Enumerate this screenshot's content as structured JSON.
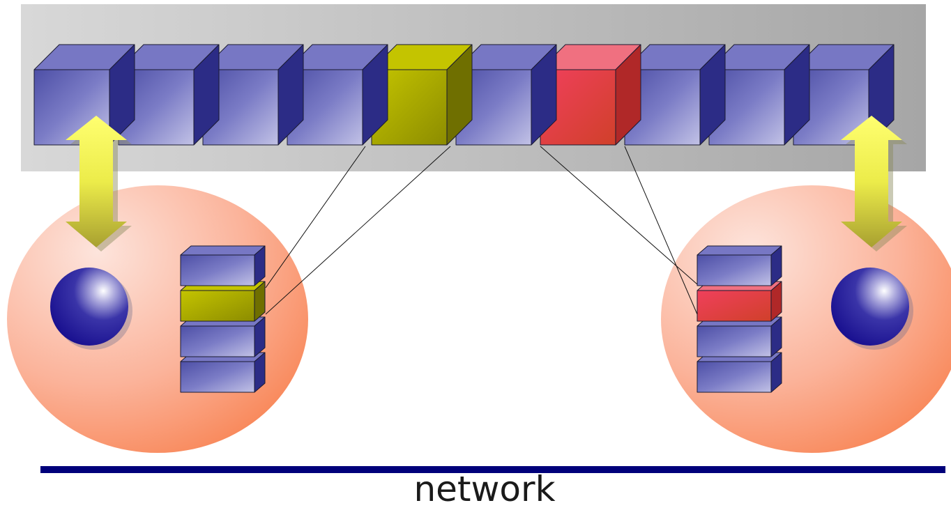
{
  "labels": {
    "network": "network"
  },
  "shared_store": {
    "cells": [
      "blue",
      "blue",
      "blue",
      "blue",
      "olive",
      "blue",
      "red",
      "blue",
      "blue",
      "blue"
    ]
  },
  "nodes": [
    {
      "side": "left",
      "stack": [
        "blue",
        "olive",
        "blue",
        "blue"
      ]
    },
    {
      "side": "right",
      "stack": [
        "blue",
        "red",
        "blue",
        "blue"
      ]
    }
  ],
  "colors": {
    "blue": {
      "front": "#5d5fb0",
      "top": "#7777c4",
      "side": "#2c2c86"
    },
    "olive": {
      "front": "#a8a800",
      "top": "#c4c400",
      "side": "#6f6f00"
    },
    "red": {
      "front": "#e8405a",
      "top": "#f07080",
      "side": "#b02828"
    },
    "network_line": "#00007a",
    "node_fill": "#fca98a",
    "process_sphere": "#1d1596",
    "arrow": "#f0f05a"
  }
}
